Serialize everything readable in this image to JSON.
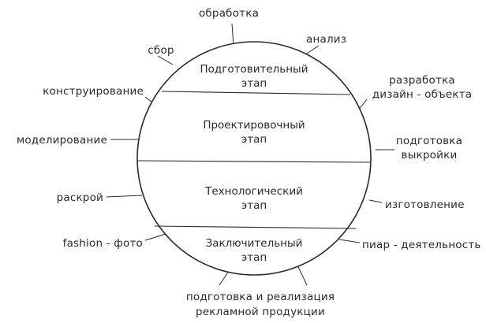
{
  "phases": [
    {
      "line1": "Подготовительный",
      "line2": "этап"
    },
    {
      "line1": "Проектировочный",
      "line2": "этап"
    },
    {
      "line1": "Технологический",
      "line2": "этап"
    },
    {
      "line1": "Заключительный",
      "line2": "этап"
    }
  ],
  "labels": {
    "obrabotka": "обработка",
    "analiz": "анализ",
    "sbor": "сбор",
    "razrabotka_1": "разработка",
    "razrabotka_2": "дизайн - объекта",
    "konstruirovanie": "конструирование",
    "podgotovka_vykroiki_1": "подготовка",
    "podgotovka_vykroiki_2": "выкройки",
    "modelirovanie": "моделирование",
    "raskroi": "раскрой",
    "izgotovlenie": "изготовление",
    "fashion_foto": "fashion - фото",
    "piar": "пиар - деятельность",
    "reklama_1": "подготовка и реализация",
    "reklama_2": "рекламной продукции"
  }
}
